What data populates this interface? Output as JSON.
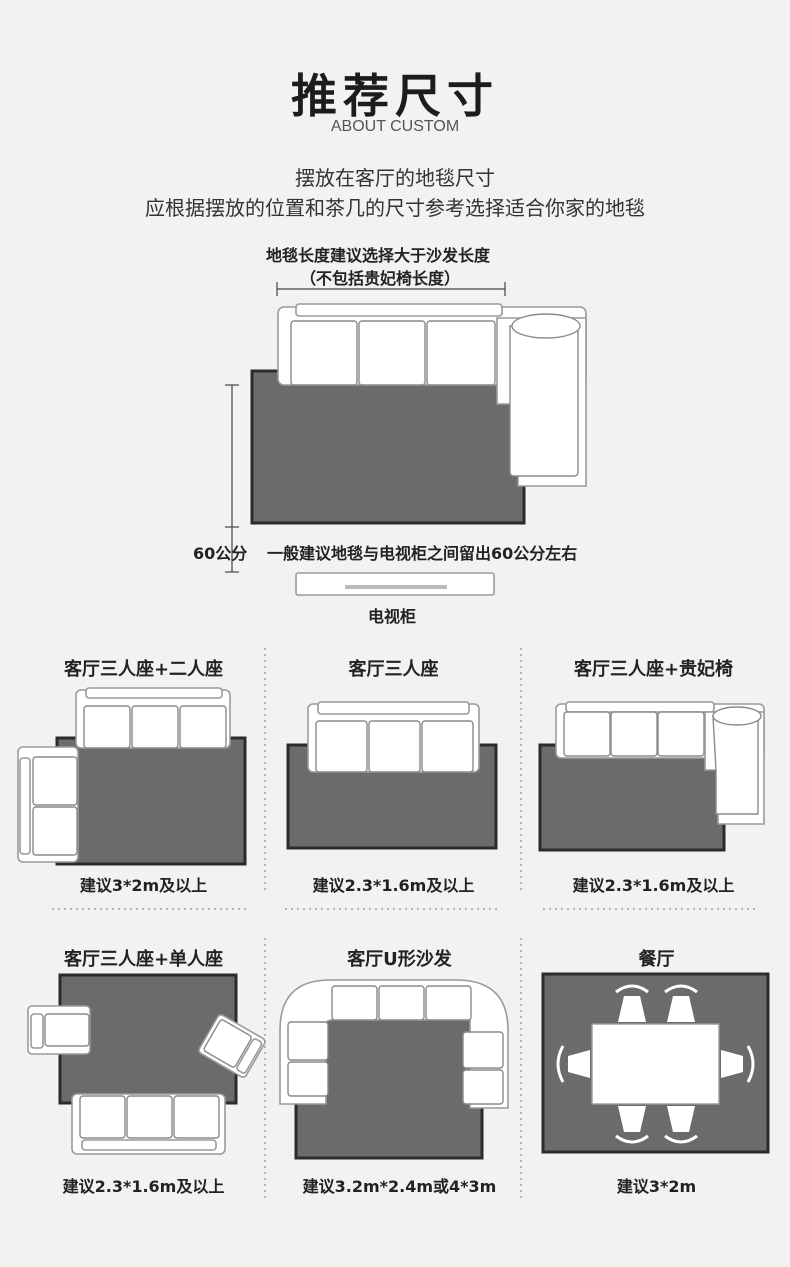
{
  "header": {
    "title": "推荐尺寸",
    "subtitle": "ABOUT CUSTOM",
    "intro_line1": "摆放在客厅的地毯尺寸",
    "intro_line2": "应根据摆放的位置和茶几的尺寸参考选择适合你家的地毯"
  },
  "main_diagram": {
    "length_note_line1": "地毯长度建议选择大于沙发长度",
    "length_note_line2": "（不包括贵妃椅长度）",
    "gap_label": "60公分",
    "gap_note": "一般建议地毯与电视柜之间留出60公分左右",
    "tv_cabinet_label": "电视柜"
  },
  "layouts": [
    {
      "title": "客厅三人座+二人座",
      "recommendation": "建议3*2m及以上"
    },
    {
      "title": "客厅三人座",
      "recommendation": "建议2.3*1.6m及以上"
    },
    {
      "title": "客厅三人座+贵妃椅",
      "recommendation": "建议2.3*1.6m及以上"
    },
    {
      "title": "客厅三人座+单人座",
      "recommendation": "建议2.3*1.6m及以上"
    },
    {
      "title": "客厅U形沙发",
      "recommendation": "建议3.2m*2.4m或4*3m"
    },
    {
      "title": "餐厅",
      "recommendation": "建议3*2m"
    }
  ],
  "colors": {
    "background": "#f2f2f2",
    "rug_fill": "#6b6b6b",
    "rug_border": "#2b2b2b",
    "sofa_fill": "#ffffff",
    "sofa_stroke": "#9a9a9a",
    "divider": "#bdbdbd"
  }
}
